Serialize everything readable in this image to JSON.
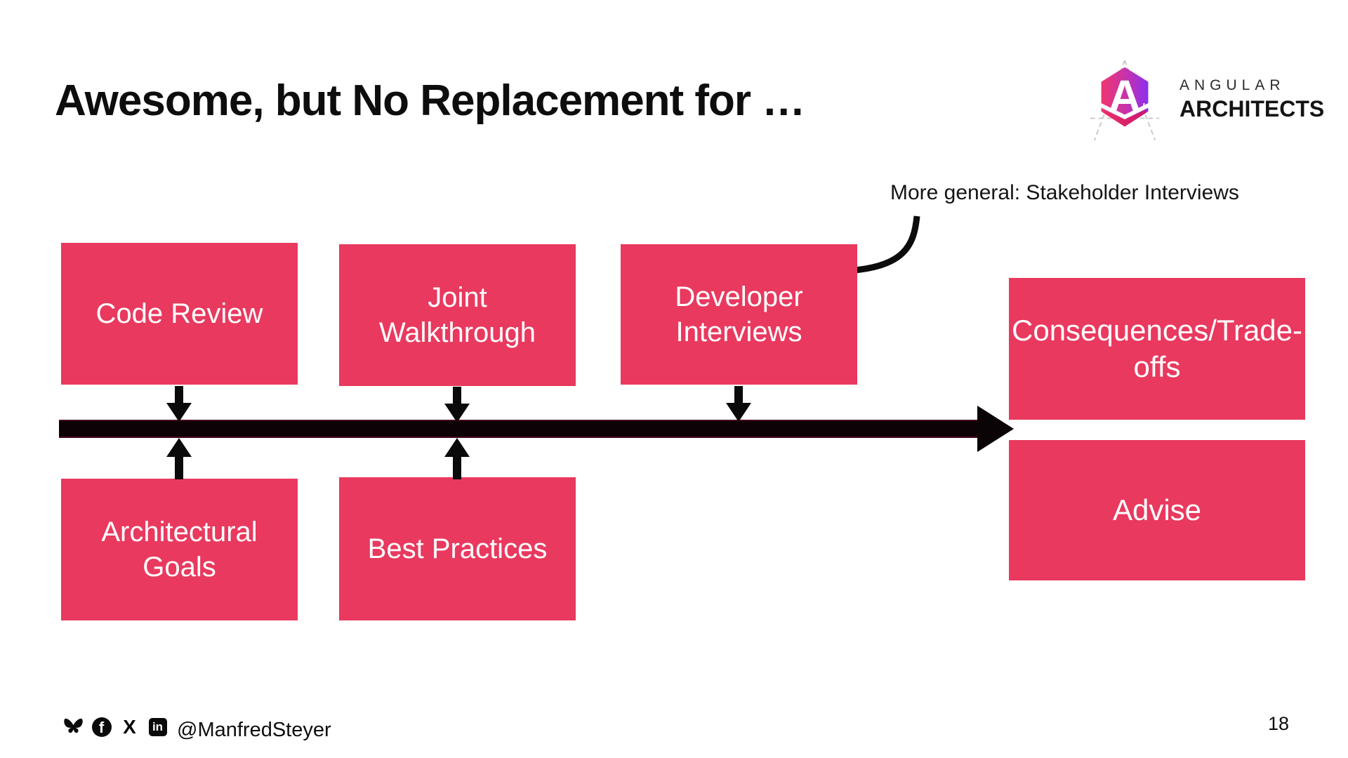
{
  "slide": {
    "title": "Awesome, but No Replacement for …",
    "page_number": "18"
  },
  "logo": {
    "brand_top": "ANGULAR",
    "brand_bottom": "ARCHITECTS",
    "icon": "angular-architects-hexagon-a",
    "gradient_left": "#F0366E",
    "gradient_mid": "#C433AE",
    "gradient_right": "#8B2FF0"
  },
  "annotation": {
    "text": "More general: Stakeholder Interviews"
  },
  "diagram": {
    "accent_color": "#E9395F",
    "arrow_color": "#0b0406",
    "top_row": [
      {
        "label": "Code Review"
      },
      {
        "label": "Joint Walkthrough"
      },
      {
        "label": "Developer Interviews"
      }
    ],
    "right_column": [
      {
        "label": "Consequences/Trade-offs"
      },
      {
        "label": "Advise"
      }
    ],
    "bottom_row": [
      {
        "label": "Architectural Goals"
      },
      {
        "label": "Best Practices"
      }
    ]
  },
  "footer": {
    "handle": "@ManfredSteyer",
    "icons": [
      {
        "name": "bluesky-icon"
      },
      {
        "name": "facebook-icon"
      },
      {
        "name": "x-icon"
      },
      {
        "name": "linkedin-icon"
      }
    ],
    "facebook_letter": "f",
    "x_letter": "X",
    "linkedin_letters": "in"
  }
}
